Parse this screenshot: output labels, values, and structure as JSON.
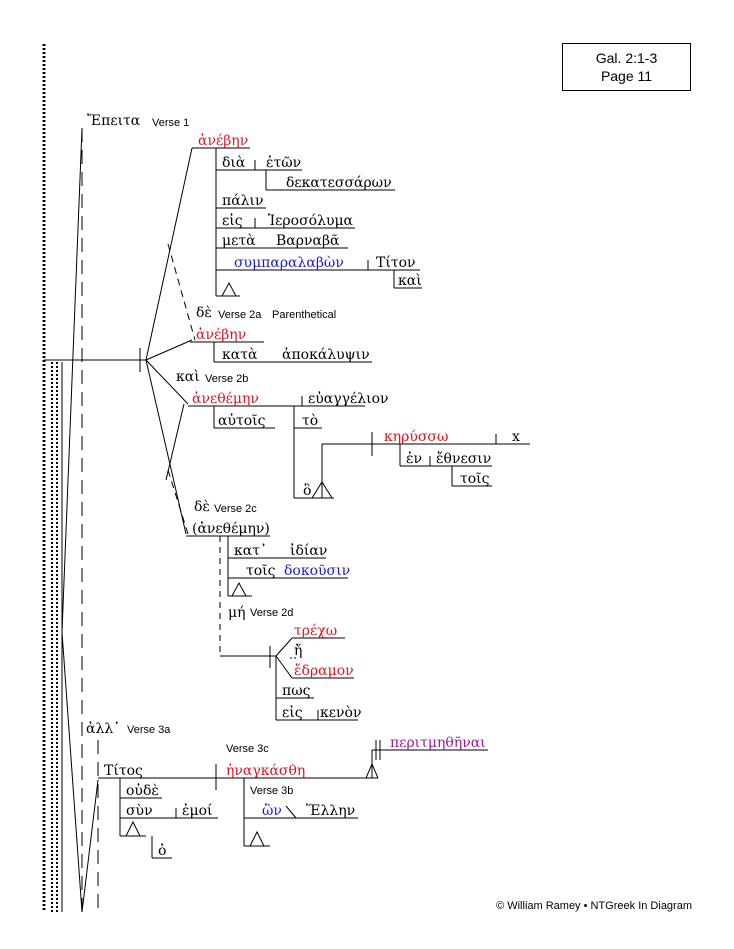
{
  "reference": {
    "line1": "Gal. 2:1-3",
    "line2": "Page 11"
  },
  "footer": "© William Ramey • NTGreek In Diagram",
  "labels": {
    "v1": "Verse 1",
    "v2a": "Verse 2a",
    "parenthetical": "Parenthetical",
    "v2b": "Verse 2b",
    "v2c": "Verse 2c",
    "v2d": "Verse 2d",
    "v3a": "Verse 3a",
    "v3c": "Verse 3c",
    "v3b": "Verse 3b"
  },
  "words": {
    "epeita": "Ἔπειτα",
    "anebhn1": "ἀνέβην",
    "dia": "διὰ",
    "etwn": "ἐτῶν",
    "dekatessarwn": "δεκατεσσάρων",
    "palin": "πάλιν",
    "eis1": "εἰς",
    "ierosolyma": "Ἱεροσόλυμα",
    "meta": "μετὰ",
    "barnaba": "Βαρναβᾶ",
    "symparalabwn": "συμπαραλαβὼν",
    "titon": "Τίτον",
    "kai1": "καὶ",
    "de1": "δὲ",
    "anebhn2": "ἀνέβην",
    "kata1": "κατὰ",
    "apokalypsin": "ἀποκάλυψιν",
    "kai2": "καὶ",
    "anethemhn": "ἀνεθέμην",
    "euaggelion": "εὐαγγέλιον",
    "autois": "αὐτοῖς",
    "to": "τὸ",
    "kryssw": "κηρύσσω",
    "x": "x",
    "en": "ἐν",
    "ethnesin": "ἔθνεσιν",
    "tois1": "τοῖς",
    "ho1": "ὃ",
    "de2": "δὲ",
    "anethemhn2": "(ἀνεθέμην)",
    "kat": "κατ᾽",
    "idian": "ἰδίαν",
    "tois2": "τοῖς",
    "dokousin": "δοκοῦσιν",
    "mh": "μή",
    "trexw": "τρέχω",
    "h": "ἤ",
    "edramon": "ἔδραμον",
    "pws": "πως",
    "eis2": "εἰς",
    "kenon": "κενὸν",
    "all": "ἀλλ᾽",
    "titos": "Τίτος",
    "oude": "οὐδὲ",
    "syn": "σὺν",
    "emoi": "ἐμοί",
    "ho2": "ὁ",
    "hnagkasthh": "ἠναγκάσθη",
    "peritmhthhnai": "περιτμηθῆναι",
    "wn": "ὢν",
    "ellhn": "Ἕλλην"
  }
}
